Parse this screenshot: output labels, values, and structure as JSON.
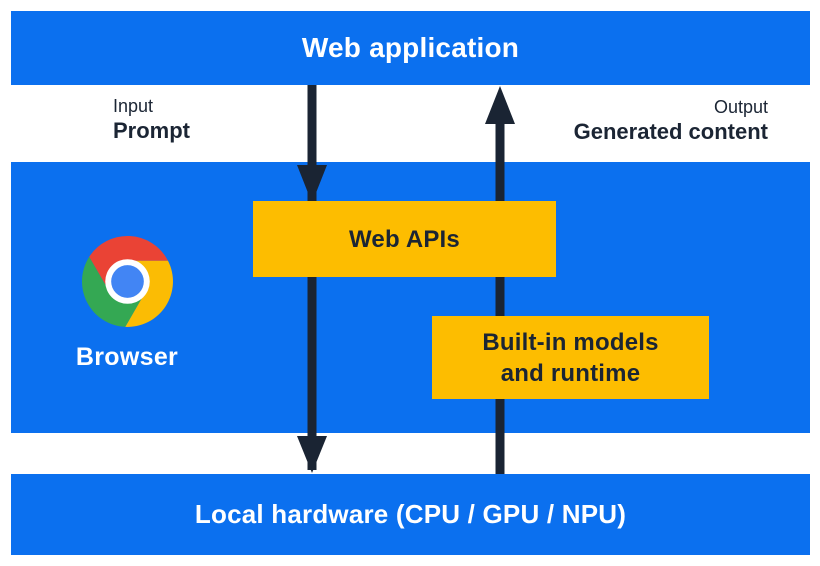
{
  "title": "Built-in AI architecture diagram",
  "colors": {
    "section_blue": "#0b70ef",
    "accent_yellow": "#fdbd00",
    "ink_dark": "#1b2534",
    "text_white": "#ffffff",
    "chrome_red": "#ea4335",
    "chrome_green": "#34a853",
    "chrome_yellow": "#fbbc04",
    "chrome_blue": "#4285f4"
  },
  "top_bar": {
    "label": "Web application"
  },
  "flow": {
    "input_label": "Input",
    "input_value": "Prompt",
    "output_label": "Output",
    "output_value": "Generated content"
  },
  "browser_section": {
    "browser_label": "Browser",
    "web_apis_label": "Web APIs",
    "builtin_models_line1": "Built-in models",
    "builtin_models_line2": "and runtime"
  },
  "bottom_bar": {
    "label": "Local hardware (CPU / GPU / NPU)"
  }
}
